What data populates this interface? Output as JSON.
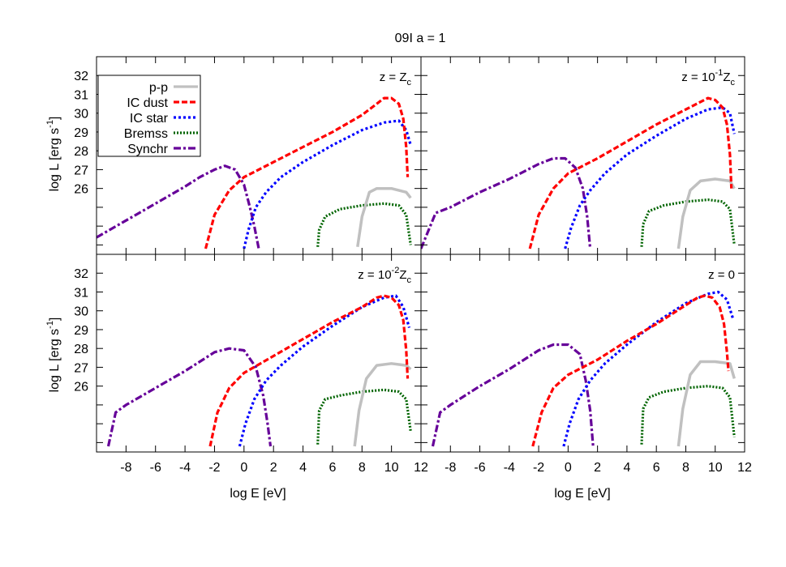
{
  "figure": {
    "title": "09I a = 1",
    "ylabel_main": "log L [erg s",
    "ylabel_sup": "-1",
    "ylabel_end": "]",
    "xlabel": "log E [eV]"
  },
  "legend": [
    {
      "name": "p-p",
      "color": "#c0c0c0",
      "style": "solid"
    },
    {
      "name": "IC dust",
      "color": "#ff0000",
      "style": "dash"
    },
    {
      "name": "IC star",
      "color": "#0000ff",
      "style": "dot"
    },
    {
      "name": "Bremss",
      "color": "#006400",
      "style": "densedot"
    },
    {
      "name": "Synchr",
      "color": "#660099",
      "style": "dashdot"
    }
  ],
  "chart_data": [
    {
      "type": "line",
      "panel_label": {
        "base": "z = Z",
        "sup": "",
        "sub": "c"
      },
      "xlim": [
        -10,
        12
      ],
      "ylim": [
        22.5,
        33
      ],
      "xticks": [
        -8,
        -6,
        -4,
        -2,
        0,
        2,
        4,
        6,
        8,
        10,
        12
      ],
      "yticks": [
        26,
        27,
        28,
        29,
        30,
        31,
        32
      ],
      "series": [
        {
          "name": "p-p",
          "x": [
            7.7,
            8.0,
            8.5,
            9.0,
            10.0,
            11.0,
            11.3
          ],
          "y": [
            22.9,
            24.5,
            25.8,
            26.0,
            26.0,
            25.8,
            25.5
          ]
        },
        {
          "name": "IC dust",
          "x": [
            -2.6,
            -2.0,
            -1.0,
            0.0,
            2,
            4,
            6,
            8,
            9.0,
            9.5,
            10.0,
            10.5,
            10.8,
            11.0,
            11.1
          ],
          "y": [
            22.8,
            24.6,
            25.9,
            26.6,
            27.4,
            28.2,
            29.0,
            29.9,
            30.5,
            30.8,
            30.8,
            30.5,
            29.7,
            28.2,
            26.6
          ]
        },
        {
          "name": "IC star",
          "x": [
            0.0,
            0.3,
            0.8,
            1.5,
            2.5,
            4,
            6,
            8,
            9.5,
            10.5,
            11.0,
            11.3
          ],
          "y": [
            22.8,
            23.8,
            25.0,
            25.8,
            26.6,
            27.4,
            28.3,
            29.1,
            29.5,
            29.6,
            29.1,
            28.3
          ]
        },
        {
          "name": "Bremss",
          "x": [
            5.0,
            5.1,
            5.5,
            6.5,
            8,
            9.5,
            10.5,
            11.0,
            11.3
          ],
          "y": [
            22.9,
            23.8,
            24.5,
            24.9,
            25.1,
            25.2,
            25.1,
            24.6,
            23.0
          ]
        },
        {
          "name": "Synchr",
          "x": [
            -10.0,
            -8.0,
            -6.0,
            -4.0,
            -3.0,
            -2.0,
            -1.3,
            -0.6,
            0.0,
            0.4,
            0.7,
            1.0
          ],
          "y": [
            23.4,
            24.3,
            25.2,
            26.1,
            26.6,
            27.0,
            27.2,
            27.0,
            26.2,
            25.0,
            24.0,
            22.8
          ]
        }
      ]
    },
    {
      "type": "line",
      "panel_label": {
        "base": "z = 10",
        "sup": "-1",
        "sub": "c",
        "mid": "Z"
      },
      "xlim": [
        -10,
        12
      ],
      "ylim": [
        22.5,
        33
      ],
      "xticks": [
        -8,
        -6,
        -4,
        -2,
        0,
        2,
        4,
        6,
        8,
        10,
        12
      ],
      "yticks": [
        26,
        27,
        28,
        29,
        30,
        31,
        32
      ],
      "series": [
        {
          "name": "p-p",
          "x": [
            7.5,
            7.8,
            8.3,
            9.0,
            10.0,
            11.0,
            11.3
          ],
          "y": [
            22.8,
            24.5,
            25.9,
            26.4,
            26.5,
            26.4,
            26.0
          ]
        },
        {
          "name": "IC dust",
          "x": [
            -2.6,
            -2.0,
            -1.0,
            0.0,
            2,
            4,
            6,
            8,
            9.0,
            9.5,
            10.0,
            10.5,
            10.8,
            11.0,
            11.1
          ],
          "y": [
            22.8,
            24.6,
            26.0,
            26.8,
            27.6,
            28.5,
            29.4,
            30.2,
            30.6,
            30.8,
            30.7,
            30.3,
            29.4,
            27.8,
            26.0
          ]
        },
        {
          "name": "IC star",
          "x": [
            -0.2,
            0.2,
            0.8,
            1.5,
            2.5,
            4,
            6,
            8,
            9.5,
            10.5,
            11.0,
            11.3
          ],
          "y": [
            22.8,
            23.9,
            25.1,
            25.9,
            26.8,
            27.8,
            28.8,
            29.7,
            30.2,
            30.3,
            30.0,
            28.9
          ]
        },
        {
          "name": "Bremss",
          "x": [
            5.0,
            5.1,
            5.5,
            6.5,
            8,
            9.5,
            10.5,
            11.0,
            11.3
          ],
          "y": [
            22.9,
            24.1,
            24.8,
            25.1,
            25.3,
            25.4,
            25.3,
            24.9,
            23.0
          ]
        },
        {
          "name": "Synchr",
          "x": [
            -10.0,
            -9.0,
            -8.0,
            -6.0,
            -4.0,
            -3.0,
            -2.0,
            -1.0,
            -0.2,
            0.5,
            1.0,
            1.3,
            1.5
          ],
          "y": [
            22.8,
            24.7,
            25.0,
            25.8,
            26.5,
            26.9,
            27.3,
            27.6,
            27.6,
            27.1,
            26.0,
            24.5,
            22.8
          ]
        }
      ]
    },
    {
      "type": "line",
      "panel_label": {
        "base": "z = 10",
        "sup": "-2",
        "sub": "c",
        "mid": "Z"
      },
      "xlim": [
        -10,
        12
      ],
      "ylim": [
        22.5,
        33
      ],
      "xticks": [
        -8,
        -6,
        -4,
        -2,
        0,
        2,
        4,
        6,
        8,
        10,
        12
      ],
      "yticks": [
        26,
        27,
        28,
        29,
        30,
        31,
        32
      ],
      "series": [
        {
          "name": "p-p",
          "x": [
            7.5,
            7.8,
            8.3,
            9.0,
            10.0,
            11.0,
            11.3
          ],
          "y": [
            22.8,
            24.7,
            26.4,
            27.1,
            27.2,
            27.1,
            26.9
          ]
        },
        {
          "name": "IC dust",
          "x": [
            -2.3,
            -1.8,
            -1.0,
            0.0,
            2,
            4,
            6,
            8,
            9.0,
            9.5,
            10.0,
            10.5,
            10.8,
            11.0,
            11.1
          ],
          "y": [
            22.8,
            24.6,
            25.9,
            26.7,
            27.6,
            28.5,
            29.4,
            30.2,
            30.7,
            30.8,
            30.7,
            30.3,
            29.5,
            27.9,
            26.4
          ]
        },
        {
          "name": "IC star",
          "x": [
            -0.3,
            0.1,
            0.7,
            1.5,
            2.5,
            4,
            6,
            8,
            9.5,
            10.3,
            10.8,
            11.2
          ],
          "y": [
            22.8,
            24.0,
            25.3,
            26.3,
            27.1,
            28.1,
            29.2,
            30.2,
            30.7,
            30.8,
            30.2,
            29.1
          ]
        },
        {
          "name": "Bremss",
          "x": [
            5.0,
            5.1,
            5.5,
            6.5,
            8,
            9.5,
            10.5,
            11.0,
            11.3
          ],
          "y": [
            22.9,
            24.7,
            25.3,
            25.5,
            25.7,
            25.8,
            25.7,
            25.3,
            23.6
          ]
        },
        {
          "name": "Synchr",
          "x": [
            -9.2,
            -8.7,
            -8.0,
            -6.0,
            -4.0,
            -3.0,
            -2.0,
            -1.0,
            0.0,
            0.8,
            1.3,
            1.6,
            1.8
          ],
          "y": [
            22.8,
            24.6,
            25.0,
            25.9,
            26.8,
            27.3,
            27.8,
            28.0,
            27.9,
            27.0,
            25.5,
            24.0,
            22.8
          ]
        }
      ]
    },
    {
      "type": "line",
      "panel_label": {
        "base": "z = 0",
        "sup": "",
        "sub": ""
      },
      "xlim": [
        -10,
        12
      ],
      "ylim": [
        22.5,
        33
      ],
      "xticks": [
        -8,
        -6,
        -4,
        -2,
        0,
        2,
        4,
        6,
        8,
        10,
        12
      ],
      "yticks": [
        26,
        27,
        28,
        29,
        30,
        31,
        32
      ],
      "series": [
        {
          "name": "p-p",
          "x": [
            7.5,
            7.8,
            8.3,
            9.0,
            10.0,
            11.0,
            11.3
          ],
          "y": [
            22.8,
            24.8,
            26.6,
            27.3,
            27.3,
            27.2,
            26.4
          ]
        },
        {
          "name": "IC dust",
          "x": [
            -2.4,
            -1.8,
            -1.0,
            0.0,
            2,
            4,
            6,
            8,
            8.8,
            9.3,
            9.8,
            10.3,
            10.6,
            10.8,
            10.9
          ],
          "y": [
            22.8,
            24.6,
            25.9,
            26.6,
            27.4,
            28.4,
            29.3,
            30.3,
            30.7,
            30.8,
            30.7,
            30.2,
            29.3,
            27.8,
            26.8
          ]
        },
        {
          "name": "IC star",
          "x": [
            -0.3,
            0.1,
            0.7,
            1.5,
            2.5,
            4,
            6,
            8,
            9.5,
            10.2,
            10.8,
            11.2
          ],
          "y": [
            22.8,
            24.0,
            25.3,
            26.3,
            27.2,
            28.2,
            29.4,
            30.4,
            30.9,
            31.0,
            30.6,
            29.6
          ]
        },
        {
          "name": "Bremss",
          "x": [
            5.0,
            5.1,
            5.5,
            6.5,
            8,
            9.5,
            10.5,
            11.0,
            11.3
          ],
          "y": [
            22.9,
            24.8,
            25.4,
            25.7,
            25.9,
            26.0,
            25.9,
            25.4,
            23.3
          ]
        },
        {
          "name": "Synchr",
          "x": [
            -9.2,
            -8.7,
            -8.0,
            -6.0,
            -4.0,
            -3.0,
            -2.0,
            -1.0,
            0.0,
            0.8,
            1.2,
            1.5,
            1.7
          ],
          "y": [
            22.8,
            24.6,
            25.0,
            26.0,
            26.9,
            27.4,
            27.9,
            28.2,
            28.2,
            27.7,
            26.3,
            24.7,
            22.8
          ]
        }
      ]
    }
  ]
}
